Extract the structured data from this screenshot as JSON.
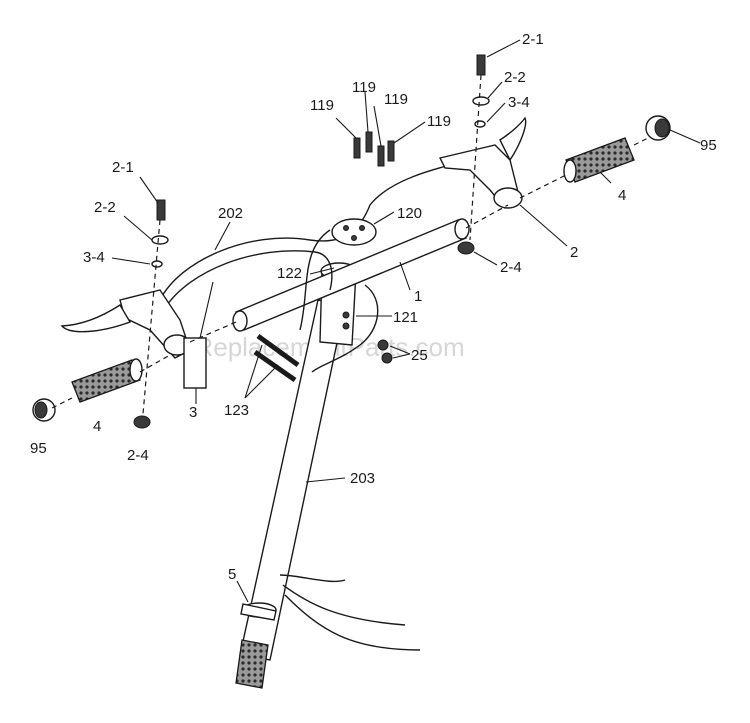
{
  "watermark": "eReplacementParts.com",
  "labels": {
    "l_2_1_right": "2-1",
    "l_2_2_right": "2-2",
    "l_3_4_right": "3-4",
    "l_95_right": "95",
    "l_4_right": "4",
    "l_2_right": "2",
    "l_2_4_right": "2-4",
    "l_119_a": "119",
    "l_119_b": "119",
    "l_119_c": "119",
    "l_119_d": "119",
    "l_120": "120",
    "l_122": "122",
    "l_1": "1",
    "l_121": "121",
    "l_25": "25",
    "l_202": "202",
    "l_2_1_left": "2-1",
    "l_2_2_left": "2-2",
    "l_3_4_left": "3-4",
    "l_95_left": "95",
    "l_4_left": "4",
    "l_2_4_left": "2-4",
    "l_3": "3",
    "l_123": "123",
    "l_203": "203",
    "l_5": "5"
  }
}
